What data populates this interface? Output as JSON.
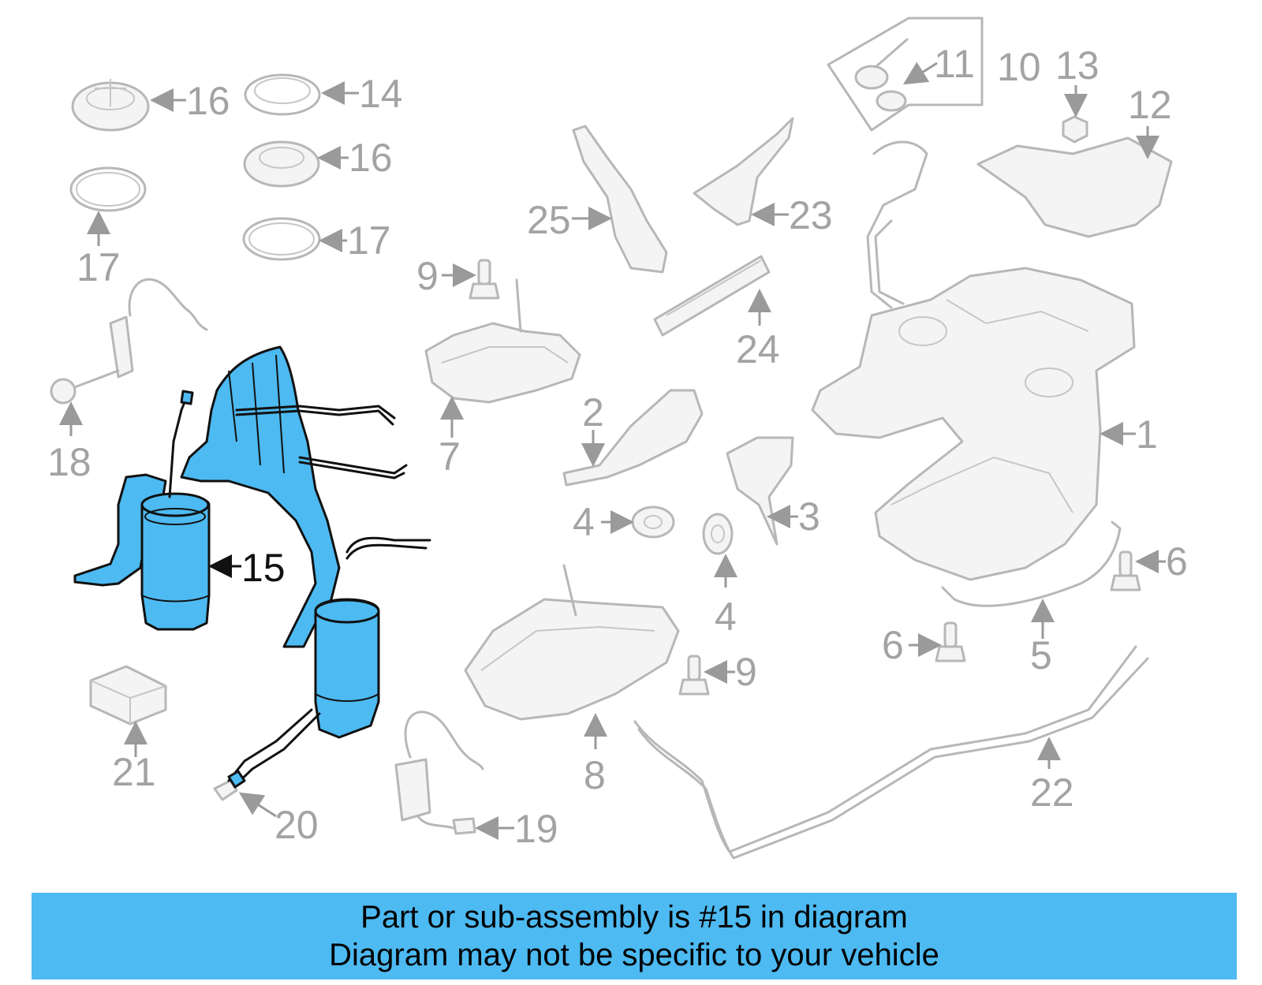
{
  "diagram": {
    "highlighted_callout": "15",
    "highlight_color": "#4dbaf2",
    "part_color": "#b7b7b7",
    "callouts": [
      "1",
      "2",
      "3",
      "4",
      "4",
      "5",
      "6",
      "6",
      "7",
      "8",
      "9",
      "9",
      "10",
      "11",
      "12",
      "13",
      "14",
      "15",
      "16",
      "16",
      "17",
      "17",
      "18",
      "19",
      "20",
      "21",
      "22",
      "23",
      "24",
      "25"
    ]
  },
  "banner": {
    "line1": "Part or sub-assembly is #15 in diagram",
    "line2": "Diagram may not be specific to your vehicle",
    "background": "#4dbaf2"
  }
}
